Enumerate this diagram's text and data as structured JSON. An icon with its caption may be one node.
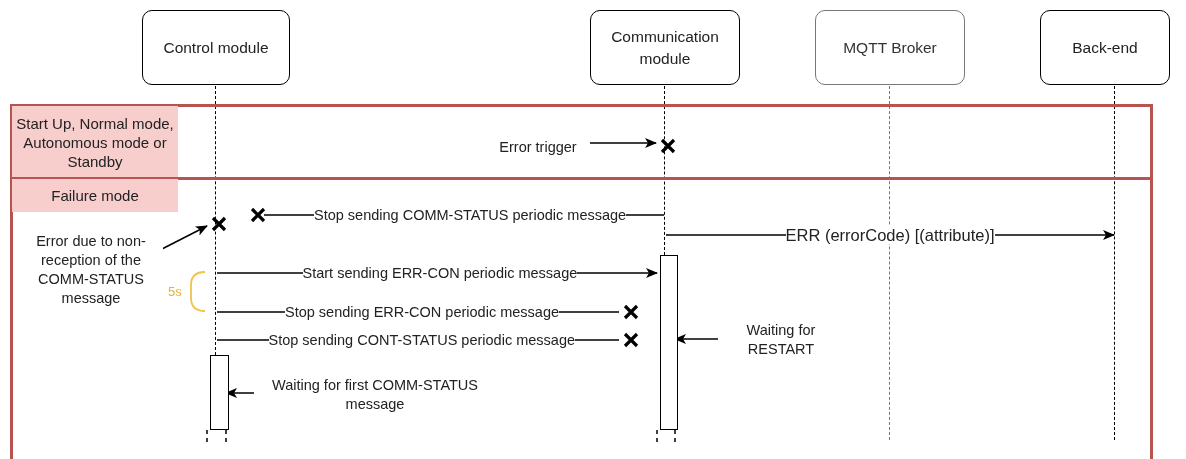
{
  "diagram": {
    "nodes": [
      {
        "text": [
          "Control module"
        ]
      },
      {
        "text": [
          "Communication module"
        ]
      },
      {
        "text": [
          "MQTT Broker"
        ]
      },
      {
        "text": [
          "Back-end"
        ]
      },
      {
        "text": [
          "Start Up, Normal mode, Autonomous mode or Standby"
        ]
      },
      {
        "text": [
          "Failure mode"
        ]
      },
      {
        "text": [
          "Error trigger"
        ],
        "in": 4
      },
      {
        "text": [],
        "shape": "cross",
        "in": 4
      },
      {
        "text": [
          "Error due to non-reception of the COMM-STATUS message"
        ],
        "in": 5
      },
      {
        "text": [],
        "shape": "cross",
        "in": 5
      },
      {
        "text": [],
        "shape": "cross",
        "in": 5
      },
      {
        "text": [],
        "shape": "bar",
        "in": 5
      },
      {
        "text": [],
        "shape": "cross",
        "in": 5
      },
      {
        "text": [],
        "shape": "cross",
        "in": 5
      },
      {
        "text": [],
        "shape": "bar",
        "in": 5
      },
      {
        "text": [
          "Waiting for first COMM-STATUS message"
        ],
        "in": 5
      },
      {
        "text": [
          "Waiting for RESTART"
        ],
        "in": 5
      },
      {
        "text": [],
        "shape": "line"
      },
      {
        "text": [],
        "shape": "line"
      },
      {
        "text": [],
        "shape": "line"
      },
      {
        "text": [],
        "shape": "line"
      }
    ],
    "edges": [
      {
        "from": 6,
        "to": 7,
        "arrow": "to"
      },
      {
        "from": 8,
        "to": 9,
        "arrow": "to"
      },
      {
        "from": 18,
        "to": 10,
        "arrow": "none",
        "label": "Stop sending COMM-STATUS periodic message"
      },
      {
        "from": 18,
        "to": 20,
        "arrow": "to",
        "label": "ERR (errorCode) [(attribute)]"
      },
      {
        "from": 17,
        "to": 11,
        "arrow": "to",
        "label": "Start sending ERR-CON periodic message"
      },
      {
        "from": 17,
        "to": 12,
        "arrow": "none",
        "label": "Stop sending ERR-CON periodic message"
      },
      {
        "from": 17,
        "to": 13,
        "arrow": "none",
        "label": "Stop sending CONT-STATUS periodic message"
      },
      {
        "from": 15,
        "to": 14,
        "arrow": "to"
      },
      {
        "from": 16,
        "to": 11,
        "arrow": "to"
      }
    ],
    "labels": [
      "5s"
    ]
  }
}
